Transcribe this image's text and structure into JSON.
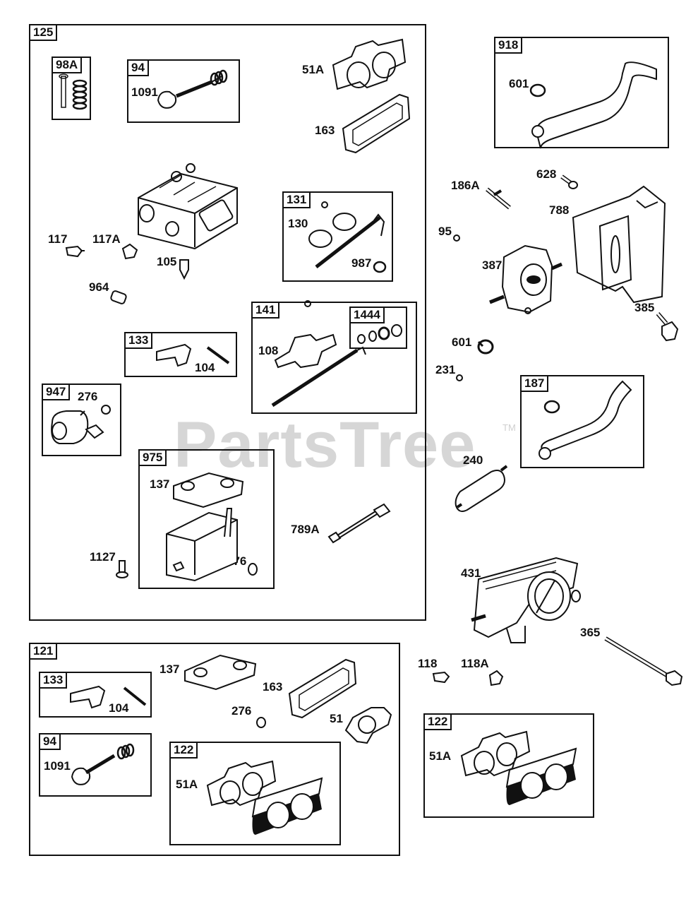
{
  "watermark": {
    "text": "PartsTree",
    "tm": "TM"
  },
  "groups": {
    "g125": "125",
    "g98a": "98A",
    "g94a": "94",
    "g131": "131",
    "g141": "141",
    "g1444": "1444",
    "g133a": "133",
    "g947": "947",
    "g975": "975",
    "g918": "918",
    "g187": "187",
    "g121": "121",
    "g133b": "133",
    "g94b": "94",
    "g122a": "122",
    "g122b": "122"
  },
  "labels": {
    "l1091a": "1091",
    "l51a_top": "51A",
    "l163a": "163",
    "l117": "117",
    "l117a": "117A",
    "l105": "105",
    "l964": "964",
    "l130": "130",
    "l987": "987",
    "l108": "108",
    "l104a": "104",
    "l276a": "276",
    "l137a": "137",
    "l1127": "1127",
    "l276b": "276",
    "l789a": "789A",
    "l601a": "601",
    "l186a": "186A",
    "l628": "628",
    "l788": "788",
    "l95": "95",
    "l387": "387",
    "l385": "385",
    "l601b": "601",
    "l231": "231",
    "l240": "240",
    "l431": "431",
    "l365": "365",
    "l118": "118",
    "l118a": "118A",
    "l137b": "137",
    "l163b": "163",
    "l276c": "276",
    "l51": "51",
    "l104b": "104",
    "l1091b": "1091",
    "l51a_mid": "51A",
    "l51a_right": "51A"
  }
}
